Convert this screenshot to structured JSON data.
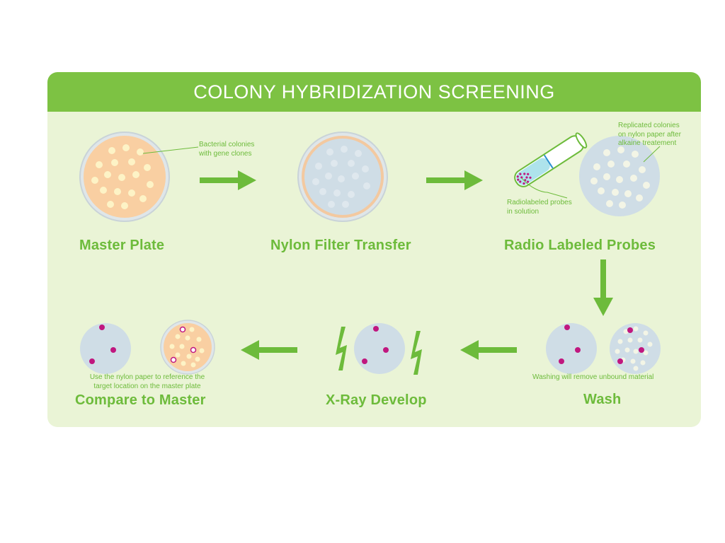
{
  "title": "COLONY HYBRIDIZATION SCREENING",
  "steps": {
    "master_plate": "Master Plate",
    "nylon_filter_transfer": "Nylon Filter Transfer",
    "radio_labeled_probes": "Radio Labeled Probes",
    "wash": "Wash",
    "xray_develop": "X-Ray Develop",
    "compare_to_master": "Compare to Master"
  },
  "notes": {
    "bacterial_colonies": [
      "Bacterial colonies",
      "with gene clones"
    ],
    "replicated_colonies": [
      "Replicated colonies",
      "on nylon paper after",
      "alkaine treatement"
    ],
    "radiolabeled_probes": [
      "Radiolabeled probes",
      "in solution"
    ],
    "washing": "Washing will remove unbound material",
    "compare": [
      "Use the nylon paper to reference the",
      "target location on the master plate"
    ]
  },
  "colors": {
    "banner": "#7dc243",
    "panel": "#eaf4d6",
    "arrow": "#6dbb3b",
    "agar": "#f9cfa2",
    "colony": "#fdf3c6",
    "nylon": "#cfdde6",
    "probe_hit": "#c0177f"
  },
  "icons": {
    "arrow": "right-arrow-icon",
    "lightning": "lightning-bolt-icon",
    "tube": "test-tube-icon"
  }
}
